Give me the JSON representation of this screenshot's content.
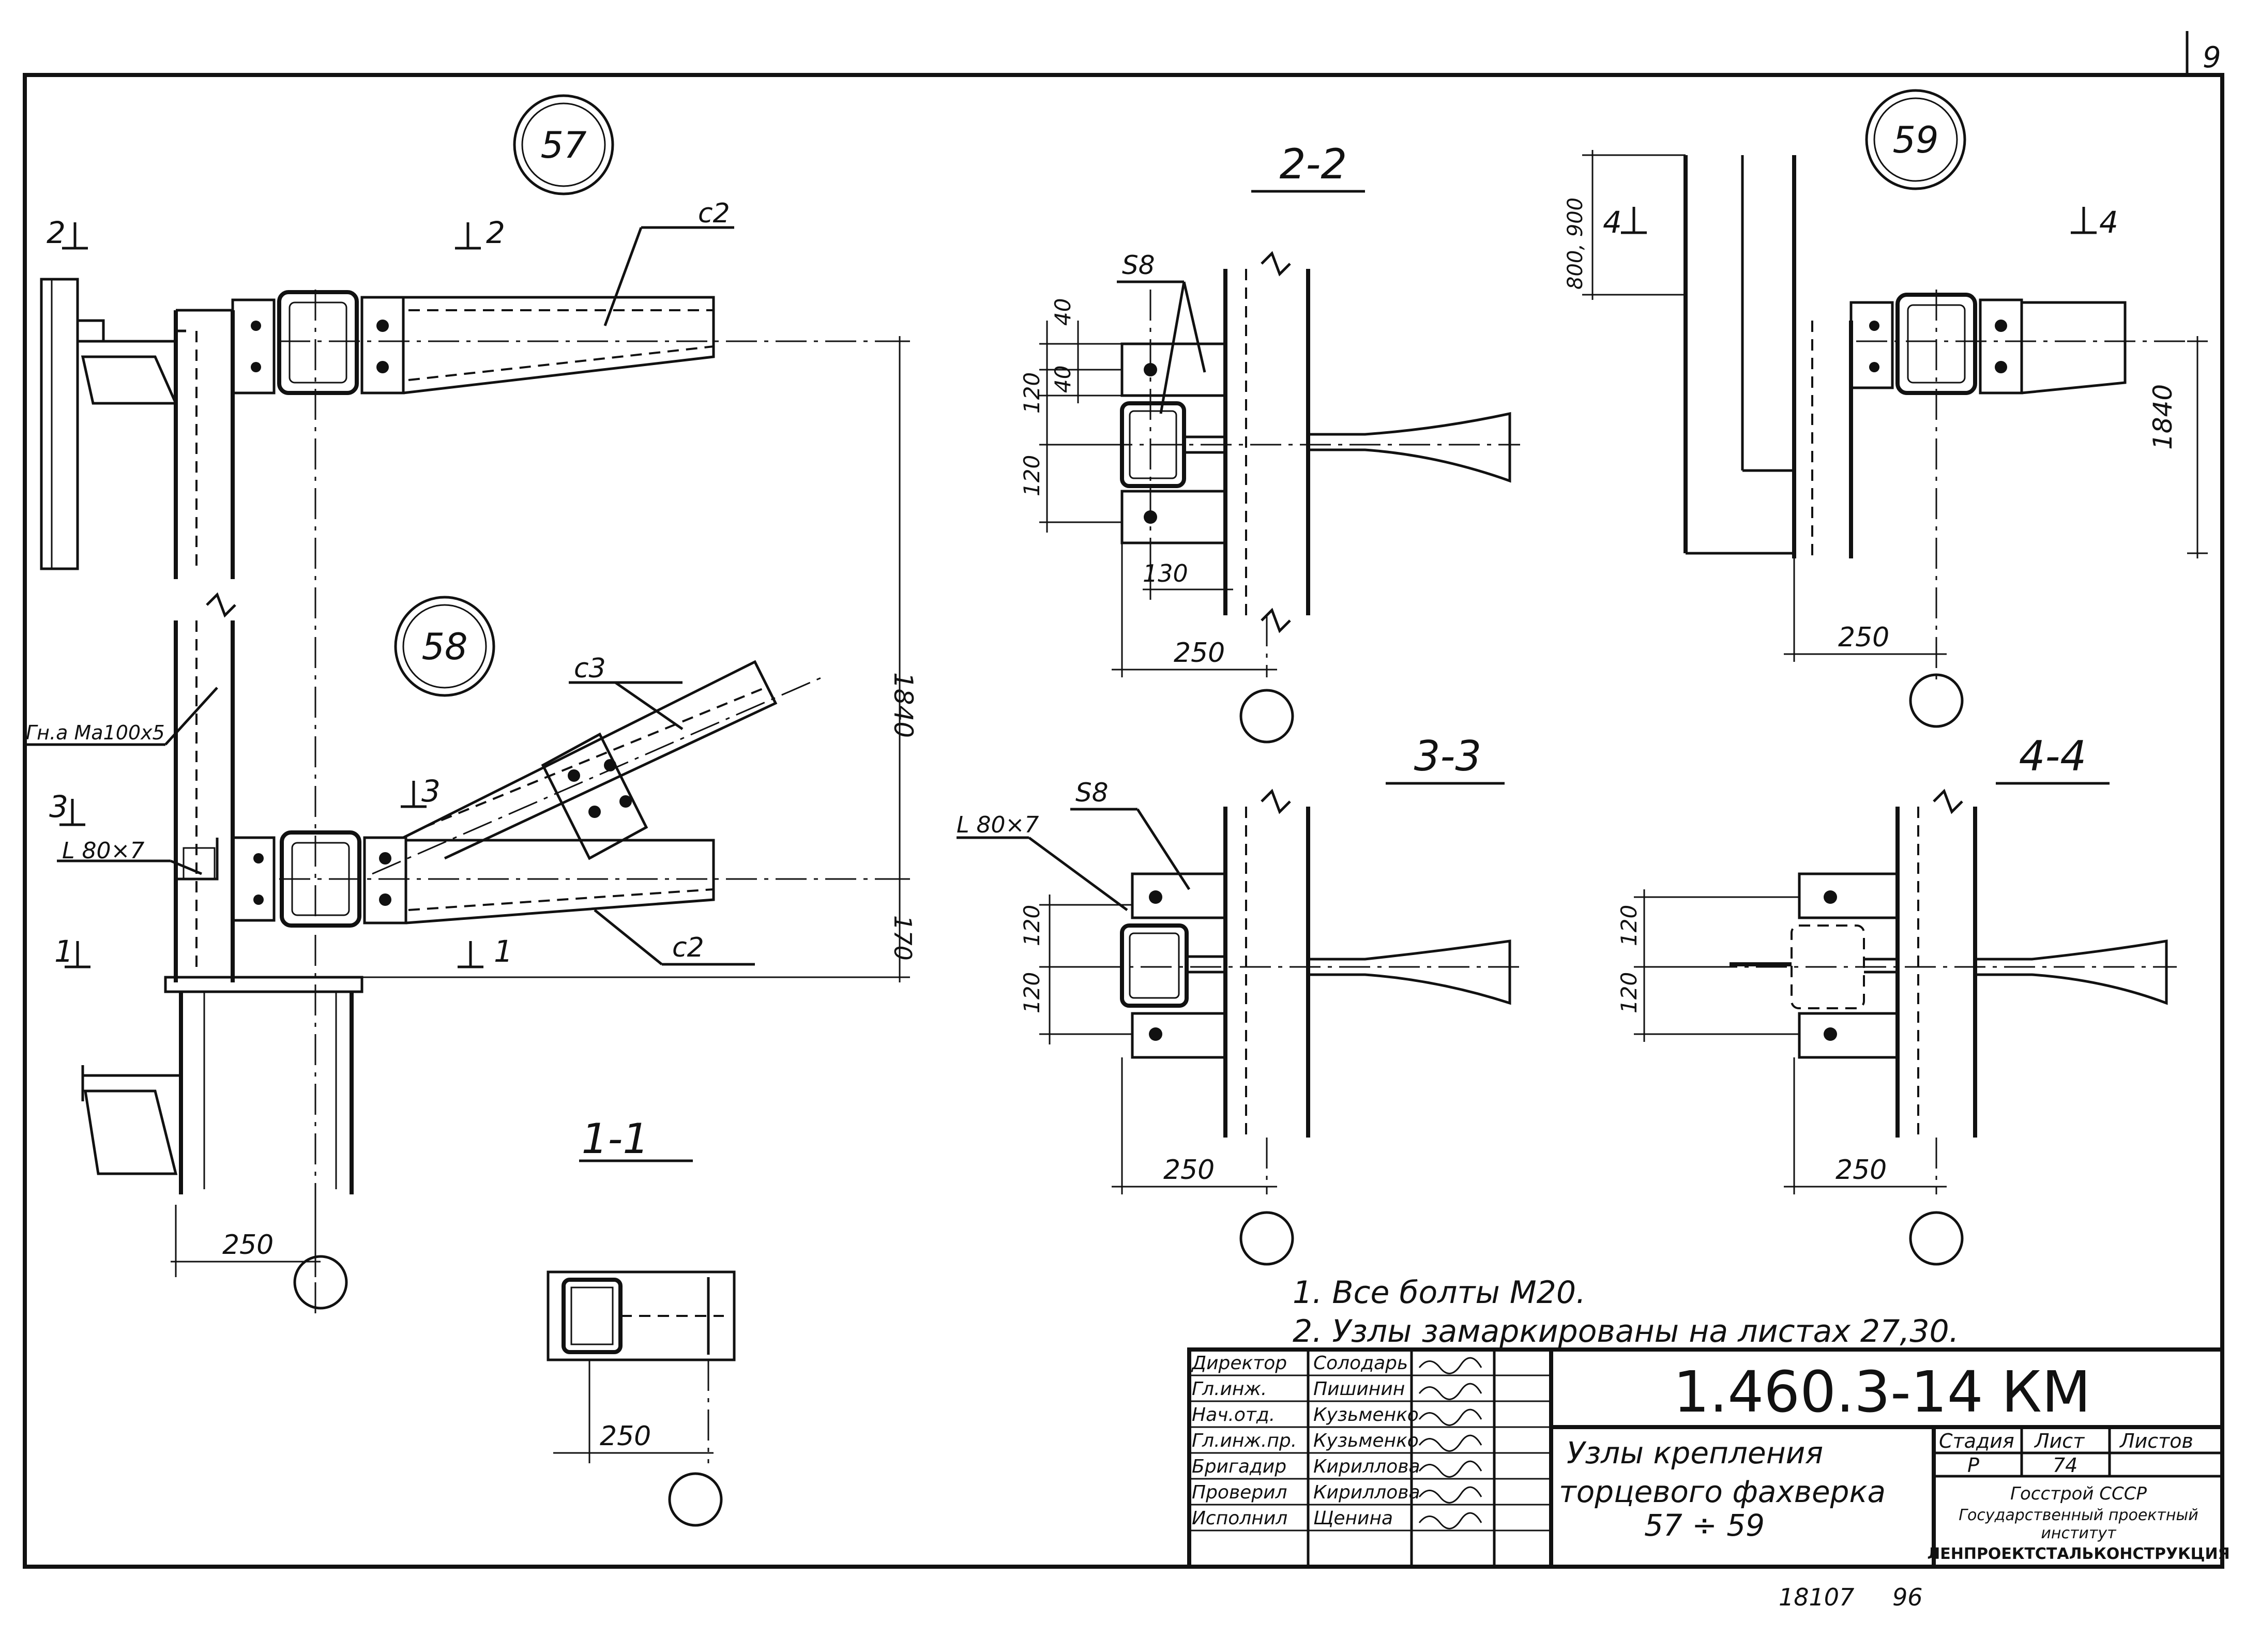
{
  "page_number": "9",
  "nodes": {
    "n57": "57",
    "n58": "58",
    "n59": "59"
  },
  "sections": {
    "s11": "1-1",
    "s22": "2-2",
    "s33": "3-3",
    "s44": "4-4"
  },
  "cut_marks": {
    "m2a": "2",
    "m2b": "2",
    "m3a": "3",
    "m3b": "3",
    "m1a": "1",
    "m1b": "1",
    "m4a": "4",
    "m4b": "4"
  },
  "labels": {
    "c2_top": "c2",
    "c2_bottom": "c2",
    "c3": "c3",
    "gnutyi": "Гн.а Ма100х5",
    "angle_1": "L 80×7",
    "angle_2": "L 80×7",
    "s8_a": "S8",
    "s8_b": "S8"
  },
  "dimensions": {
    "d250_a": "250",
    "d250_b": "250",
    "d250_c": "250",
    "d250_d": "250",
    "d250_e": "250",
    "d250_f": "250",
    "d1840_a": "1840",
    "d1840_b": "1840",
    "d170": "170",
    "d40_a": "40",
    "d40_b": "40",
    "d120_a": "120",
    "d120_b": "120",
    "d120_c": "120",
    "d120_d": "120",
    "d120_e": "120",
    "d120_f": "120",
    "d130": "130",
    "d800900": "800, 900"
  },
  "notes": {
    "note1": "1.  Все  болты  М20.",
    "note2": "2.  Узлы  замаркированы на  листах  27,30."
  },
  "title_block": {
    "designation": "1.460.3-14  КМ",
    "title_line1": "Узлы  крепления",
    "title_line2": "торцевого  фахверка",
    "title_line3": "57 ÷ 59",
    "stage_header": "Стадия",
    "sheet_header": "Лист",
    "sheets_header": "Листов",
    "stage_value": "Р",
    "sheet_value": "74",
    "org_line1": "Госстрой СССР",
    "org_line2": "Государственный проектный",
    "org_line3": "институт",
    "org_line4": "ЛЕНПРОЕКТСТАЛЬКОНСТРУКЦИЯ",
    "roles": [
      {
        "role": "Директор",
        "name": "Солодарь"
      },
      {
        "role": "Гл.инж.",
        "name": "Пишинин"
      },
      {
        "role": "Нач.отд.",
        "name": "Кузьменко"
      },
      {
        "role": "Гл.инж.пр.",
        "name": "Кузьменко"
      },
      {
        "role": "Бригадир",
        "name": "Кириллова"
      },
      {
        "role": "Проверил",
        "name": "Кириллова"
      },
      {
        "role": "Исполнил",
        "name": "Щенина"
      }
    ]
  },
  "footer": {
    "archive": "18107",
    "number": "96"
  }
}
